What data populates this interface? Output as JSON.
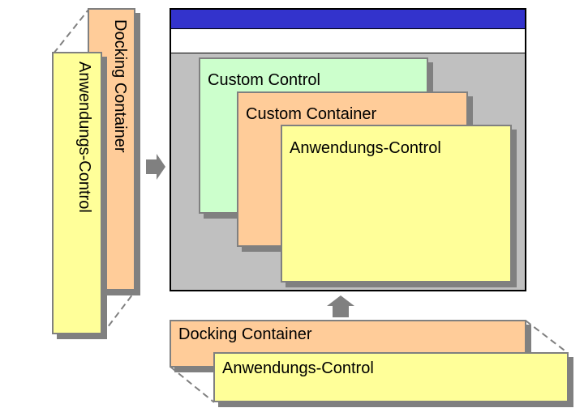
{
  "colors": {
    "window_titlebar": "#3333cc",
    "window_background": "#c0c0c0",
    "custom_control": "#ccffcc",
    "container": "#ffcc99",
    "application_control": "#ffff99",
    "arrow": "#808080",
    "border": "#808080"
  },
  "left_stack": {
    "docking_container_label": "Docking Container",
    "application_control_label": "Anwendungs-Control"
  },
  "window": {
    "custom_control_label": "Custom Control",
    "custom_container_label": "Custom Container",
    "application_control_label": "Anwendungs-Control"
  },
  "bottom_stack": {
    "docking_container_label": "Docking Container",
    "application_control_label": "Anwendungs-Control"
  }
}
